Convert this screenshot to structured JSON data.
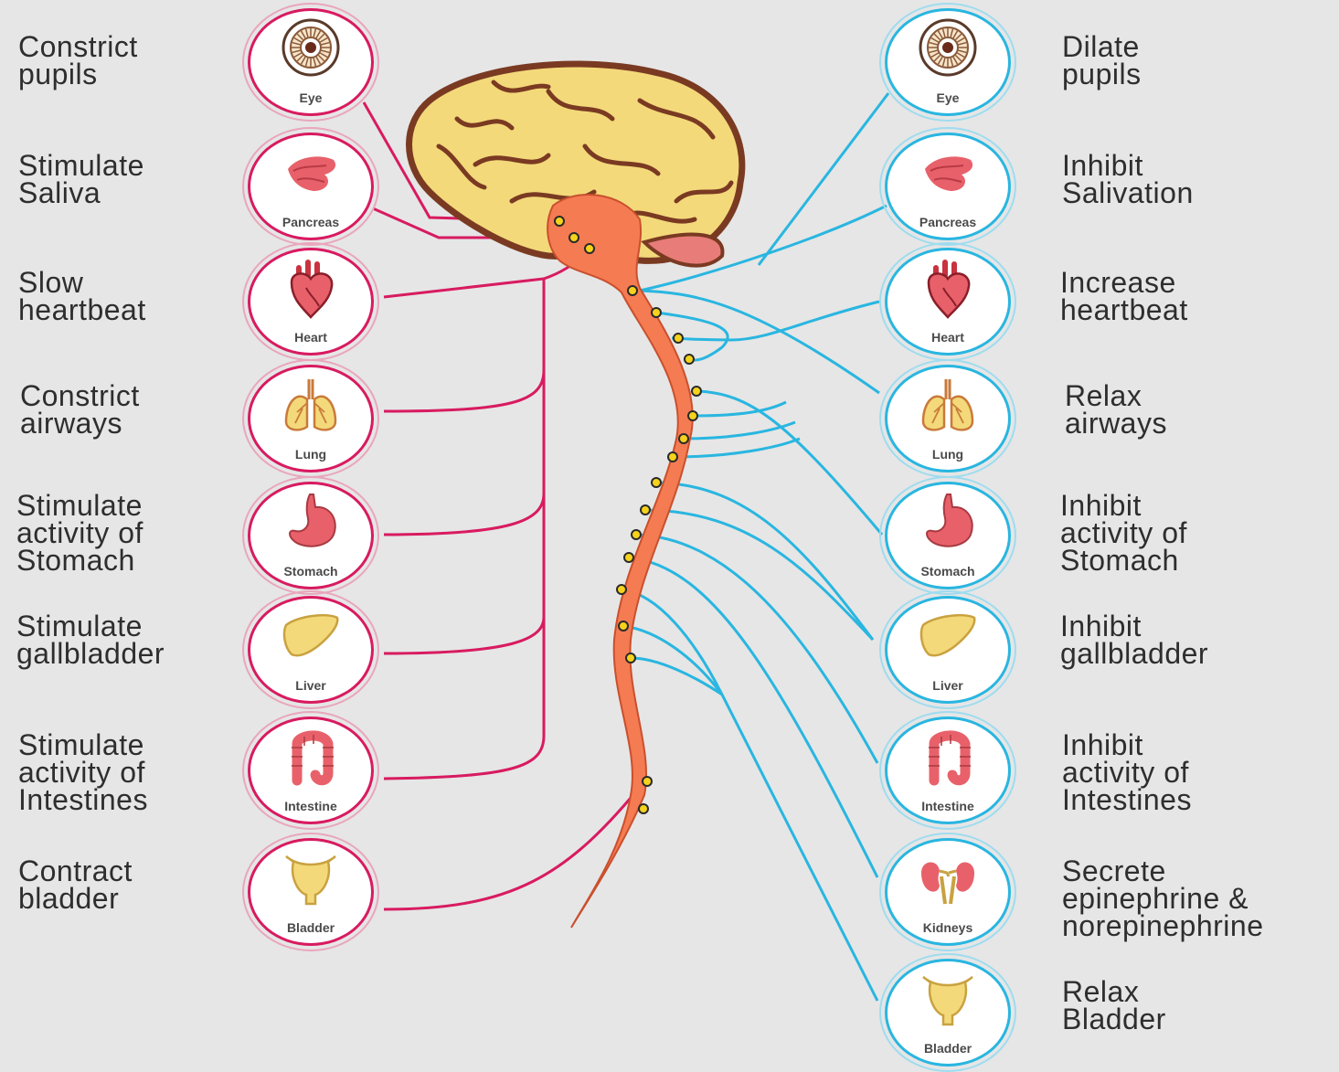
{
  "colors": {
    "background": "#e6e6e6",
    "parasympathetic": "#d81b60",
    "sympathetic": "#29b6e0",
    "brain": "#f3d97a",
    "brain_outline": "#7a3a22",
    "brainstem": "#f47b52",
    "ganglion": "#f5d21c"
  },
  "parasympathetic": [
    {
      "organ": "Eye",
      "icon": "eye-icon",
      "action": "Constrict\npupils"
    },
    {
      "organ": "Pancreas",
      "icon": "pancreas-icon",
      "action": "Stimulate\nSaliva"
    },
    {
      "organ": "Heart",
      "icon": "heart-icon",
      "action": "Slow\nheartbeat"
    },
    {
      "organ": "Lung",
      "icon": "lung-icon",
      "action": "Constrict\nairways"
    },
    {
      "organ": "Stomach",
      "icon": "stomach-icon",
      "action": "Stimulate\nactivity of\nStomach"
    },
    {
      "organ": "Liver",
      "icon": "liver-icon",
      "action": "Stimulate\ngallbladder"
    },
    {
      "organ": "Intestine",
      "icon": "intestine-icon",
      "action": "Stimulate\nactivity of\nIntestines"
    },
    {
      "organ": "Bladder",
      "icon": "bladder-icon",
      "action": "Contract\nbladder"
    }
  ],
  "sympathetic": [
    {
      "organ": "Eye",
      "icon": "eye-icon",
      "action": "Dilate\npupils"
    },
    {
      "organ": "Pancreas",
      "icon": "pancreas-icon",
      "action": "Inhibit\nSalivation"
    },
    {
      "organ": "Heart",
      "icon": "heart-icon",
      "action": "Increase\nheartbeat"
    },
    {
      "organ": "Lung",
      "icon": "lung-icon",
      "action": "Relax\nairways"
    },
    {
      "organ": "Stomach",
      "icon": "stomach-icon",
      "action": "Inhibit\nactivity of\nStomach"
    },
    {
      "organ": "Liver",
      "icon": "liver-icon",
      "action": "Inhibit\ngallbladder"
    },
    {
      "organ": "Intestine",
      "icon": "intestine-icon",
      "action": "Inhibit\nactivity of\nIntestines"
    },
    {
      "organ": "Kidneys",
      "icon": "kidneys-icon",
      "action": "Secrete\nepinephrine &\nnorepinephrine"
    },
    {
      "organ": "Bladder",
      "icon": "bladder-icon",
      "action": "Relax\nBladder"
    }
  ]
}
